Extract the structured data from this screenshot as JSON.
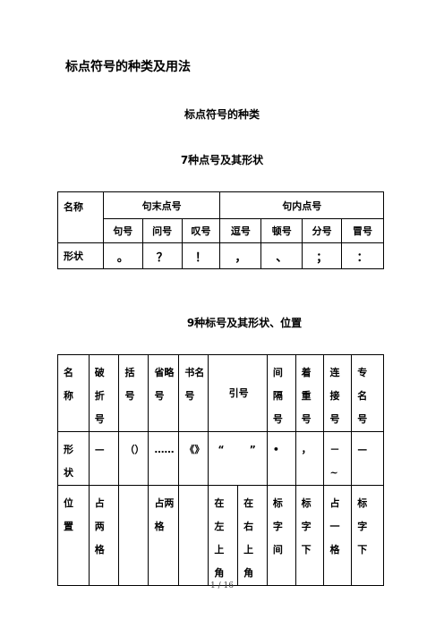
{
  "page_title": "标点符号的种类及用法",
  "section_title": "标点符号的种类",
  "table1_caption": "7种点号及其形状",
  "table1": {
    "name_label": "名称",
    "group_end": "句末点号",
    "group_inner": "句内点号",
    "names": [
      "句号",
      "问号",
      "叹号",
      "逗号",
      "顿号",
      "分号",
      "冒号"
    ],
    "shape_label": "形状",
    "shapes": [
      "。",
      "？",
      "！",
      "，",
      "、",
      "；",
      "："
    ]
  },
  "table2_caption": "9种标号及其形状、位置",
  "table2": {
    "name_label": [
      "名",
      "称"
    ],
    "po_zhe": [
      "破",
      "折",
      "号"
    ],
    "kuo": [
      "括",
      "号"
    ],
    "sheng_lue": [
      "省略",
      "号"
    ],
    "shu_ming": [
      "书名",
      "号"
    ],
    "yin": "引号",
    "jian_ge": [
      "间",
      "隔",
      "号"
    ],
    "zhuo_zhong": [
      "着",
      "重",
      "号"
    ],
    "lian_jie": [
      "连",
      "接",
      "号"
    ],
    "zhuan_ming": [
      "专",
      "名",
      "号"
    ],
    "shape_label": [
      "形",
      "状"
    ],
    "shapes": {
      "po_zhe": "—",
      "kuo": "（）",
      "sheng_lue": "……",
      "shu_ming": "《》",
      "yin_left": "“",
      "yin_right": "”",
      "jian_ge": "•",
      "zhuo_zhong": "，",
      "lian_jie": "－~",
      "zhuan_ming": "—"
    },
    "position_label": [
      "位",
      "置"
    ],
    "positions": {
      "po_zhe": [
        "占",
        "两",
        "格"
      ],
      "sheng_lue": [
        "占两",
        "格"
      ],
      "yin_left": [
        "在",
        "左",
        "上",
        "角"
      ],
      "yin_right": [
        "在",
        "右",
        "上",
        "角"
      ],
      "jian_ge": [
        "标",
        "字",
        "间"
      ],
      "zhuo_zhong": [
        "标",
        "字",
        "下"
      ],
      "lian_jie": [
        "占",
        "一",
        "格"
      ],
      "zhuan_ming": [
        "标",
        "字",
        "下"
      ]
    }
  },
  "footer": "1 / 16"
}
